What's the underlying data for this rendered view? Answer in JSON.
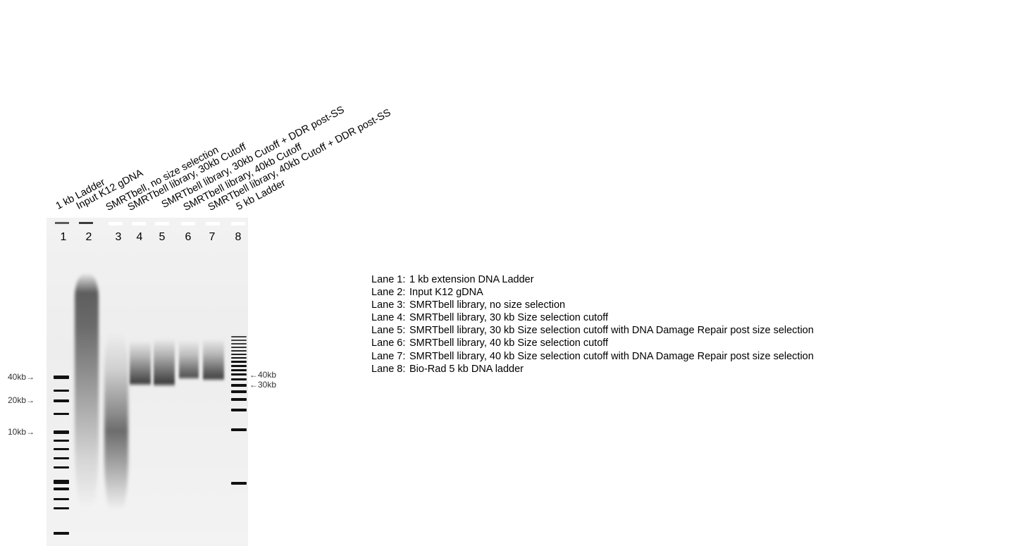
{
  "lane_titles": [
    "1 kb Ladder",
    "Input K12 gDNA",
    "SMRTbell, no size selection",
    "SMRTbell library, 30kb Cutoff",
    "SMRTbell library, 30kb Cutoff + DDR post-SS",
    "SMRTbell library, 40kb Cutoff",
    "SMRTbell library, 40kb Cutoff + DDR post-SS",
    "5 kb Ladder"
  ],
  "lane_numbers": [
    "1",
    "2",
    "3",
    "4",
    "5",
    "6",
    "7",
    "8"
  ],
  "left_markers": [
    "40kb",
    "20kb",
    "10kb"
  ],
  "right_markers": [
    "40kb",
    "30kb"
  ],
  "legend": [
    {
      "key": "Lane 1:",
      "text": "1 kb extension DNA Ladder"
    },
    {
      "key": "Lane 2:",
      "text": "Input K12 gDNA"
    },
    {
      "key": "Lane 3:",
      "text": "SMRTbell library, no size selection"
    },
    {
      "key": "Lane 4:",
      "text": "SMRTbell library, 30 kb Size selection cutoff"
    },
    {
      "key": "Lane 5:",
      "text": "SMRTbell library, 30 kb Size selection cutoff with DNA Damage Repair post size selection"
    },
    {
      "key": "Lane 6:",
      "text": "SMRTbell library, 40 kb Size selection cutoff"
    },
    {
      "key": "Lane 7:",
      "text": "SMRTbell library, 40 kb Size selection cutoff with DNA Damage Repair post size selection"
    },
    {
      "key": "Lane 8:",
      "text": "Bio-Rad 5 kb DNA ladder"
    }
  ]
}
